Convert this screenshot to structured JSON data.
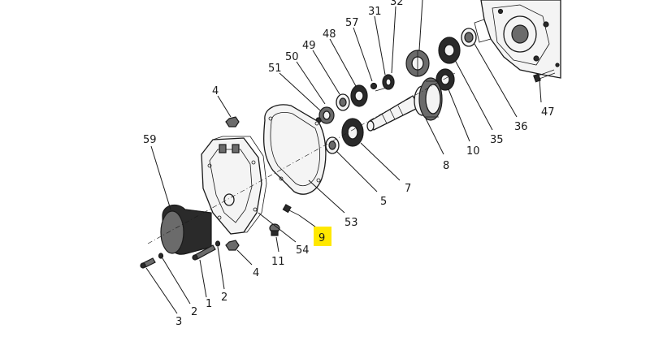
{
  "diagram": {
    "labels": {
      "p59": "59",
      "p4a": "4",
      "p51": "51",
      "p50": "50",
      "p49": "49",
      "p48": "48",
      "p57": "57",
      "p31": "31",
      "p32": "32",
      "p47": "47",
      "p36": "36",
      "p35": "35",
      "p10": "10",
      "p8": "8",
      "p7": "7",
      "p5": "5",
      "p53": "53",
      "p9": "9",
      "p11": "11",
      "p54": "54",
      "p4b": "4",
      "p2a": "2",
      "p1": "1",
      "p2b": "2",
      "p3": "3"
    },
    "colors": {
      "line": "#1a1a1a",
      "highlight": "#ffe800"
    }
  }
}
